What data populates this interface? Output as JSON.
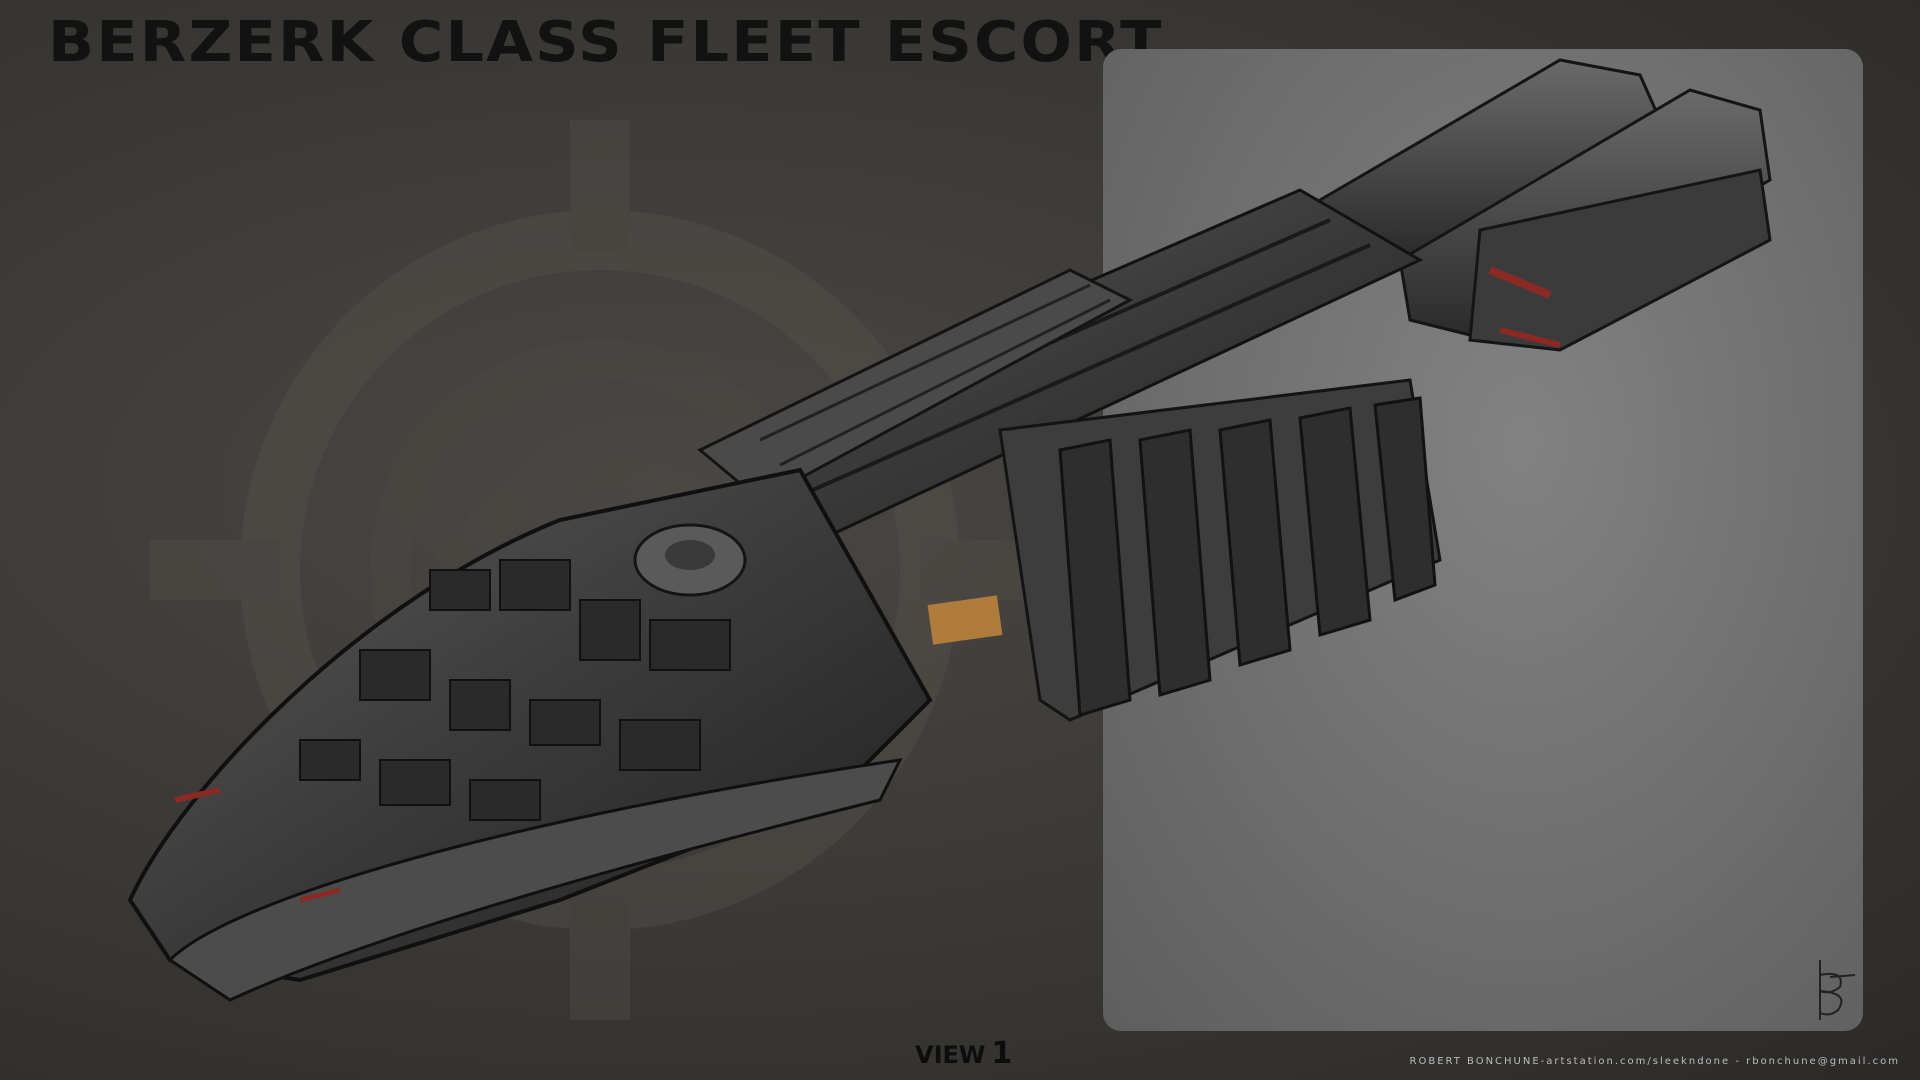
{
  "header": {
    "title": "BERZERK CLASS FLEET ESCORT"
  },
  "footer": {
    "view_label": "VIEW",
    "view_number": "1",
    "credit": "ROBERT BONCHUNE-artstation.com/sleekndone - rbonchune@gmail.com"
  },
  "colors": {
    "background": "#3a3835",
    "panel": "#707070",
    "title": "#121212",
    "hull": "#3b3b3b",
    "accent_red": "#8a2a22",
    "accent_amber": "#c98a3a"
  },
  "icons": [
    "colonial-emblem-icon",
    "artist-signature-icon"
  ]
}
